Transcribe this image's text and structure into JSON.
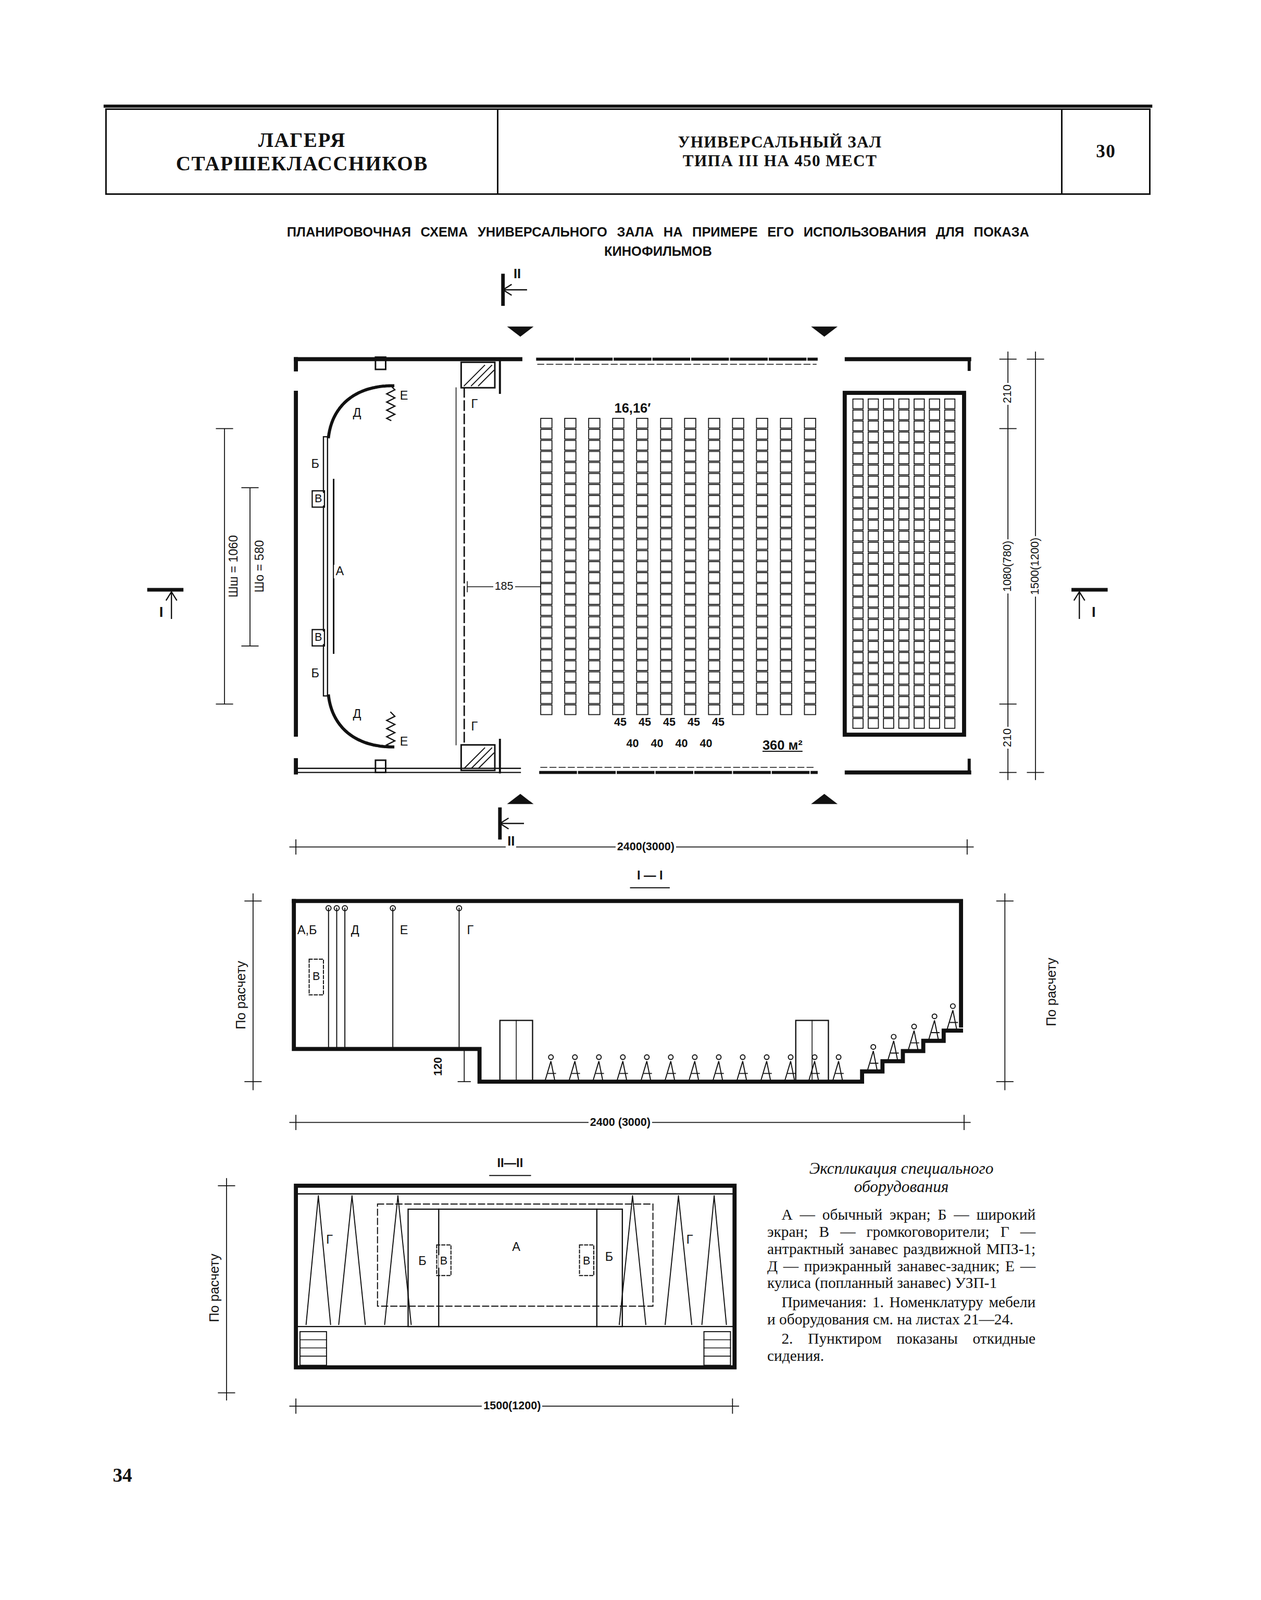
{
  "diagram": {
    "title": "ПЛАНИРОВОЧНАЯ СХЕМА УНИВЕРСАЛЬНОГО ЗАЛА НА ПРИМЕРЕ ЕГО ИСПОЛЬЗОВАНИЯ ДЛЯ ПОКАЗА КИНОФИЛЬМОВ",
    "nodes": [
      {
        "text": [
          "ЛАГЕРЯ СТАРШЕКЛАССНИКОВ"
        ]
      },
      {
        "text": [
          "УНИВЕРСАЛЬНЫЙ ЗАЛ ТИПА III НА 450 МЕСТ"
        ]
      },
      {
        "text": [
          "30"
        ]
      }
    ],
    "labels": [
      "II",
      "II",
      "I",
      "I",
      "Е",
      "Д",
      "Г",
      "Б",
      "В",
      "А",
      "В",
      "Б",
      "Д",
      "Е",
      "Г",
      "Шш = 1060",
      "Шо = 580",
      "185",
      "16,16′",
      "45",
      "45",
      "45",
      "45",
      "45",
      "40",
      "40",
      "40",
      "40",
      "360 м²",
      "210",
      "1080(780)",
      "210",
      "1500(1200)",
      "2400(3000)",
      "I — I",
      "А,Б",
      "Д",
      "Е",
      "Г",
      "В",
      "По расчету",
      "120",
      "По расчету",
      "2400 (3000)",
      "II—II",
      "Г",
      "Б",
      "В",
      "А",
      "В",
      "Б",
      "Г",
      "По расчету",
      "1500(1200)",
      "Экспликация специального оборудования",
      "А — обычный экран; Б — широкий экран; В — громкоговорители; Г — антрактный занавес раздвижной МПЗ-1; Д — приэкранный занавес-задник; Е — кулиса (попланный занавес) УЗП-1",
      "Примечания: 1. Номенклатуру мебели и оборудования см. на листах 21—24.",
      "2. Пунктиром показаны откидные сидения.",
      "34"
    ]
  }
}
